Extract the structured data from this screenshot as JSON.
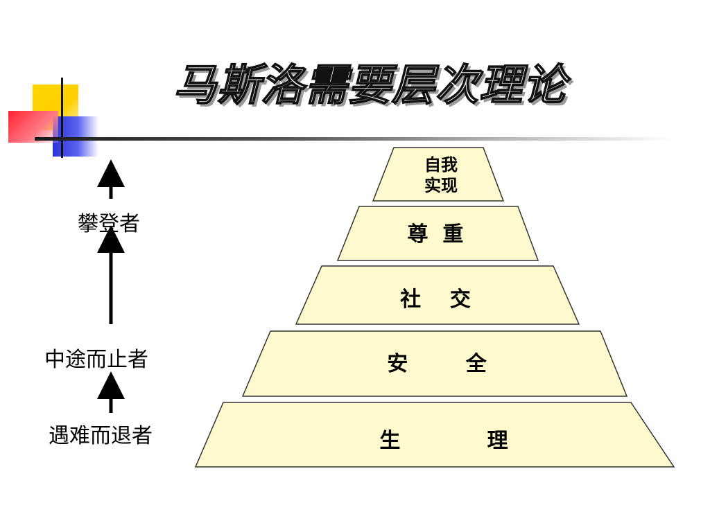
{
  "title": "马斯洛需要层次理论",
  "pyramid": {
    "fill": "#fffacd",
    "stroke": "#333333",
    "levels": [
      {
        "label_lines": [
          "自我",
          "实现"
        ]
      },
      {
        "label_lines": [
          "尊  重"
        ]
      },
      {
        "label_lines": [
          "社    交"
        ]
      },
      {
        "label_lines": [
          "安        全"
        ]
      },
      {
        "label_lines": [
          "生            理"
        ]
      }
    ]
  },
  "climbers": {
    "top": "攀登者",
    "middle": "中途而止者",
    "bottom": "遇难而退者"
  }
}
